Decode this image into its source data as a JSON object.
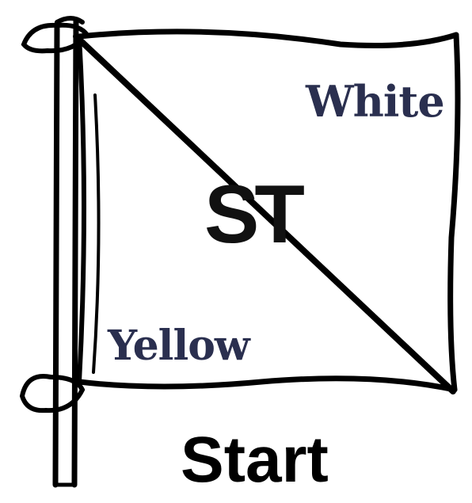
{
  "flag": {
    "code": "ST",
    "upper_color_label": "White",
    "lower_color_label": "Yellow",
    "caption": "Start",
    "colors": {
      "upper_triangle": "#ffffff",
      "lower_triangle": "#ffffff",
      "outline": "#000000",
      "label_text": "#2a2f4f"
    }
  }
}
